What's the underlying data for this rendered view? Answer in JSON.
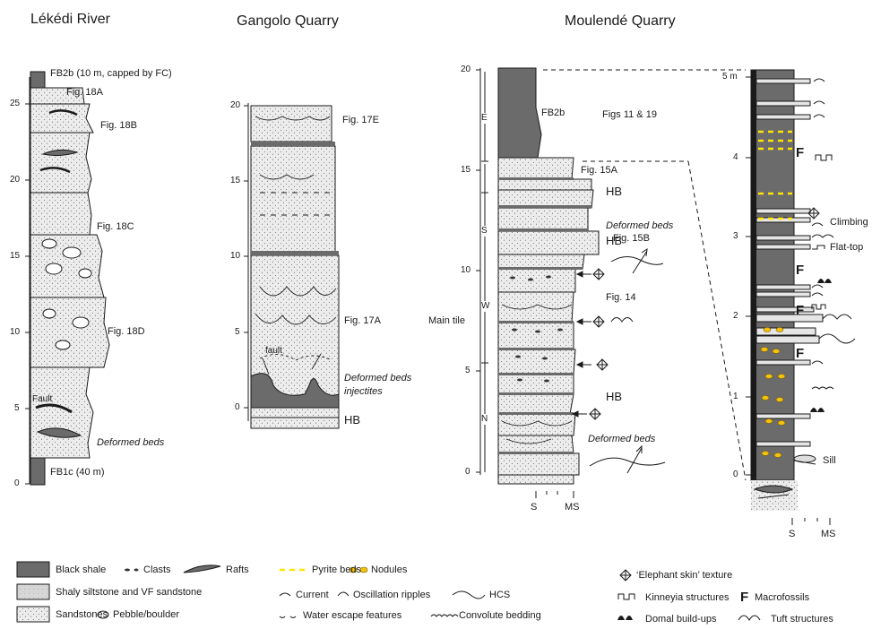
{
  "titles": {
    "lekedi": "Lékédi River",
    "gangolo": "Gangolo Quarry",
    "moulende": "Moulendé Quarry"
  },
  "lekedi": {
    "ticks": [
      "25",
      "20",
      "15",
      "10",
      "5",
      "0"
    ],
    "labels": {
      "top": "FB2b (10 m, capped by FC)",
      "fig18a": "Fig. 18A",
      "fig18b": "Fig. 18B",
      "fig18c": "Fig. 18C",
      "fig18d": "Fig. 18D",
      "fault": "Fault",
      "deformed": "Deformed beds",
      "base": "FB1c (40 m)"
    }
  },
  "gangolo": {
    "ticks": [
      "20",
      "15",
      "10",
      "5",
      "0"
    ],
    "labels": {
      "fig17e": "Fig. 17E",
      "fig17a": "Fig. 17A",
      "fault": "fault",
      "deformed1": "Deformed beds",
      "deformed2": "injectites",
      "hb": "HB"
    }
  },
  "moulende": {
    "ticks": [
      "20",
      "15",
      "10",
      "5",
      "0"
    ],
    "units": [
      "E",
      "S",
      "W",
      "N"
    ],
    "labels": {
      "fb2b": "FB2b",
      "figs": "Figs 11 & 19",
      "fig15a": "Fig. 15A",
      "hb": "HB",
      "deformed": "Deformed beds",
      "fig15b": "Fig. 15B",
      "fig14": "Fig. 14",
      "maintile": "Main tile"
    },
    "grain_axis": [
      "S",
      "MS"
    ]
  },
  "detail": {
    "ticks": [
      "5 m",
      "4",
      "3",
      "2",
      "1",
      "0"
    ],
    "labels": {
      "climbing": "Climbing",
      "flattop": "Flat-top",
      "sill": "Sill"
    },
    "macrofossil": "F",
    "grain_axis": [
      "S",
      "MS"
    ]
  },
  "legend": {
    "black_shale": "Black shale",
    "clasts": "Clasts",
    "rafts": "Rafts",
    "shaly": "Shaly siltstone and VF sandstone",
    "sandstones": "Sandstones",
    "pebble": "Pebble/boulder",
    "pyrite": "Pyrite beds",
    "nodules": "Nodules",
    "current": "Current",
    "oscillation": "Oscillation ripples",
    "hcs": "HCS",
    "water": "Water escape features",
    "convolute": "Convolute bedding",
    "elephant": "‘Elephant skin’ texture",
    "kinneyia": "Kinneyia structures",
    "macrofossils": "Macrofossils",
    "macro_symbol": "F",
    "domal": "Domal build-ups",
    "tuft": "Tuft structures"
  },
  "colors": {
    "black_shale": "#6b6b6b",
    "shaly": "#d2d2d2",
    "sand": "#ececec",
    "pyrite": "#ffe600",
    "nodule": "#f4c20d",
    "line": "#1a1a1a"
  }
}
